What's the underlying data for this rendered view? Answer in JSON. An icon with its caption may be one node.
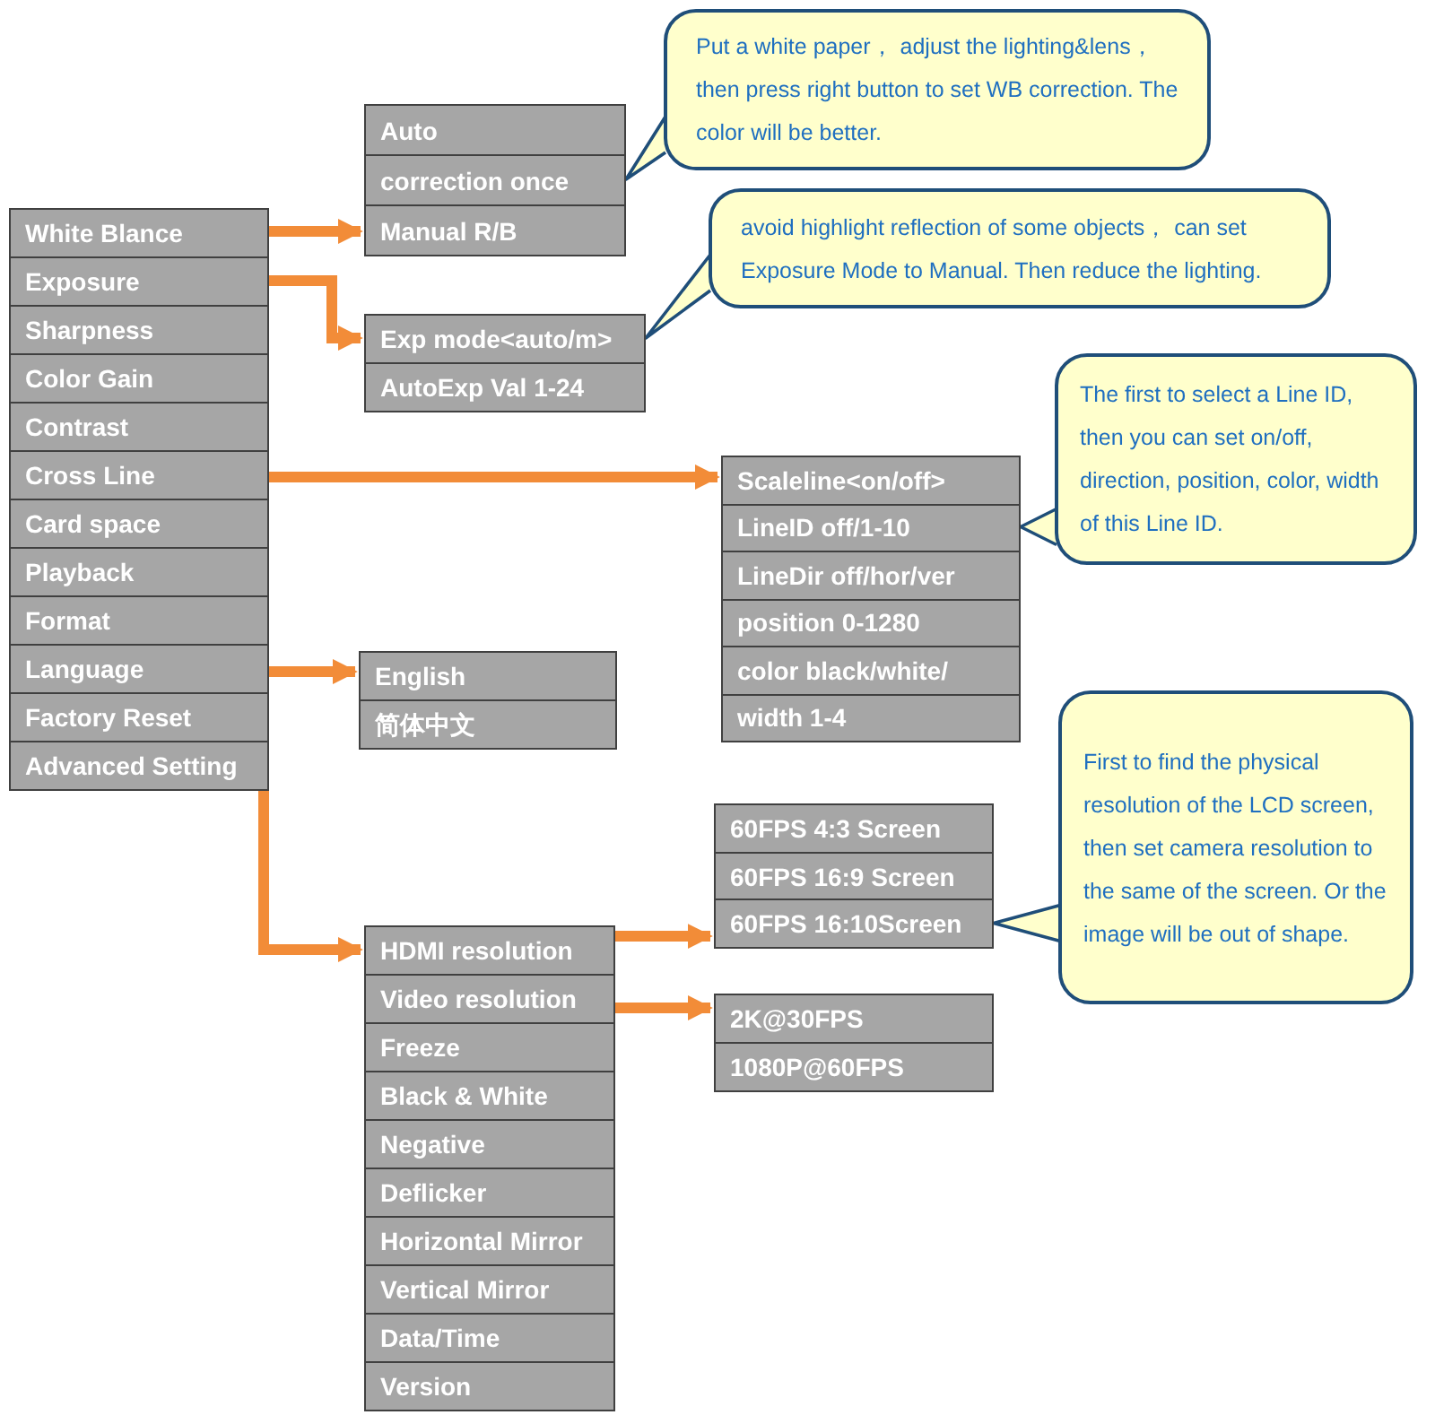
{
  "diagram": {
    "nodes": [
      {
        "text": [
          "White Blance"
        ]
      },
      {
        "text": [
          "Exposure"
        ]
      },
      {
        "text": [
          "Sharpness"
        ]
      },
      {
        "text": [
          "Color Gain"
        ]
      },
      {
        "text": [
          "Contrast"
        ]
      },
      {
        "text": [
          "Cross Line"
        ]
      },
      {
        "text": [
          "Card space"
        ]
      },
      {
        "text": [
          "Playback"
        ]
      },
      {
        "text": [
          "Format"
        ]
      },
      {
        "text": [
          "Language"
        ]
      },
      {
        "text": [
          "Factory Reset"
        ]
      },
      {
        "text": [
          "Advanced Setting"
        ]
      },
      {
        "text": [
          "Auto"
        ]
      },
      {
        "text": [
          "correction once"
        ]
      },
      {
        "text": [
          "Manual R/B"
        ]
      },
      {
        "text": [
          "Exp mode<auto/m>"
        ]
      },
      {
        "text": [
          "AutoExp Val 1-24"
        ]
      },
      {
        "text": [
          "Scaleline<on/off>"
        ]
      },
      {
        "text": [
          "LineID off/1-10"
        ]
      },
      {
        "text": [
          "LineDir off/hor/ver"
        ]
      },
      {
        "text": [
          "position 0-1280"
        ]
      },
      {
        "text": [
          "color black/white/"
        ]
      },
      {
        "text": [
          "width 1-4"
        ]
      },
      {
        "text": [
          "English"
        ]
      },
      {
        "text": [
          "简体中文"
        ]
      },
      {
        "text": [
          "HDMI resolution"
        ]
      },
      {
        "text": [
          "Video resolution"
        ]
      },
      {
        "text": [
          "Freeze"
        ]
      },
      {
        "text": [
          "Black & White"
        ]
      },
      {
        "text": [
          "Negative"
        ]
      },
      {
        "text": [
          "Deflicker"
        ]
      },
      {
        "text": [
          "Horizontal Mirror"
        ]
      },
      {
        "text": [
          "Vertical Mirror"
        ]
      },
      {
        "text": [
          "Data/Time"
        ]
      },
      {
        "text": [
          "Version"
        ]
      },
      {
        "text": [
          "60FPS 4:3 Screen"
        ]
      },
      {
        "text": [
          "60FPS 16:9 Screen"
        ]
      },
      {
        "text": [
          "60FPS 16:10Screen"
        ]
      },
      {
        "text": [
          "2K@30FPS"
        ]
      },
      {
        "text": [
          "1080P@60FPS"
        ]
      },
      {
        "text": [
          "Put a white paper， adjust the lighting&lens， then press right button to set WB correction. The color will be better."
        ]
      },
      {
        "text": [
          "avoid highlight reflection of some objects， can set Exposure Mode to Manual. Then reduce the lighting."
        ]
      },
      {
        "text": [
          "The first to select a Line ID, then you can set on/off, direction, position, color, width of this Line ID."
        ]
      },
      {
        "text": [
          "First to find the physical resolution of the LCD screen, then set camera resolution to the same of the screen. Or the image will be out of shape."
        ]
      }
    ],
    "edges": [
      {
        "from": 0,
        "to": 14,
        "arrow": "to"
      },
      {
        "from": 1,
        "to": 15,
        "arrow": "to"
      },
      {
        "from": 5,
        "to": 17,
        "arrow": "to"
      },
      {
        "from": 9,
        "to": 23,
        "arrow": "to"
      },
      {
        "from": 11,
        "to": 25,
        "arrow": "to"
      },
      {
        "from": 25,
        "to": 37,
        "arrow": "to"
      },
      {
        "from": 26,
        "to": 38,
        "arrow": "to"
      },
      {
        "from": 40,
        "to": 13,
        "arrow": "to",
        "color": "#1f4e79"
      },
      {
        "from": 41,
        "to": 15,
        "arrow": "to",
        "color": "#1f4e79"
      },
      {
        "from": 42,
        "to": 18,
        "arrow": "to",
        "color": "#1f4e79"
      },
      {
        "from": 43,
        "to": 37,
        "arrow": "to",
        "color": "#1f4e79"
      }
    ]
  }
}
